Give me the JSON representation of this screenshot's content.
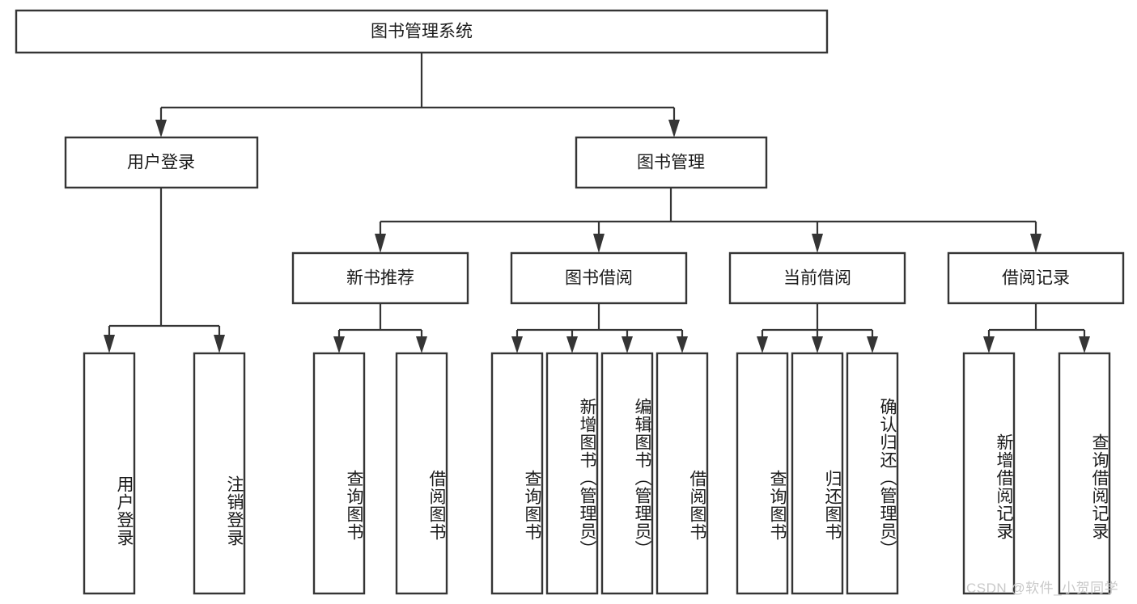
{
  "diagram": {
    "type": "tree-hierarchy-chart",
    "title": "图书管理系统",
    "orientation": "top-down",
    "colors": {
      "box_border": "#353535",
      "box_fill": "#ffffff",
      "connector": "#353535",
      "text": "#1b1b1b",
      "watermark": "#c9c9c9",
      "background": "#ffffff"
    },
    "root": {
      "label": "图书管理系统"
    },
    "level2": [
      {
        "id": "user-login",
        "label": "用户登录"
      },
      {
        "id": "book-management",
        "label": "图书管理"
      }
    ],
    "level3": [
      {
        "id": "new-book-recommend",
        "label": "新书推荐"
      },
      {
        "id": "book-borrow",
        "label": "图书借阅"
      },
      {
        "id": "current-borrow",
        "label": "当前借阅"
      },
      {
        "id": "borrow-record",
        "label": "借阅记录"
      }
    ],
    "leaves": {
      "user-login": [
        {
          "id": "leaf-user-login",
          "label": "用户登录"
        },
        {
          "id": "leaf-logout-login",
          "label": "注销登录"
        }
      ],
      "new-book-recommend": [
        {
          "id": "leaf-query-book-1",
          "label": "查询图书"
        },
        {
          "id": "leaf-borrow-book-1",
          "label": "借阅图书"
        }
      ],
      "book-borrow": [
        {
          "id": "leaf-query-book-2",
          "label": "查询图书"
        },
        {
          "id": "leaf-add-book",
          "label": "新增图书（管理员）"
        },
        {
          "id": "leaf-edit-book",
          "label": "编辑图书（管理员）"
        },
        {
          "id": "leaf-borrow-book-2",
          "label": "借阅图书"
        }
      ],
      "current-borrow": [
        {
          "id": "leaf-query-book-3",
          "label": "查询图书"
        },
        {
          "id": "leaf-return-book",
          "label": "归还图书"
        },
        {
          "id": "leaf-confirm-return",
          "label": "确认归还（管理员）"
        }
      ],
      "borrow-record": [
        {
          "id": "leaf-add-record",
          "label": "新增借阅记录"
        },
        {
          "id": "leaf-query-record",
          "label": "查询借阅记录"
        }
      ]
    },
    "watermark": "CSDN @软件_小贺同学"
  }
}
